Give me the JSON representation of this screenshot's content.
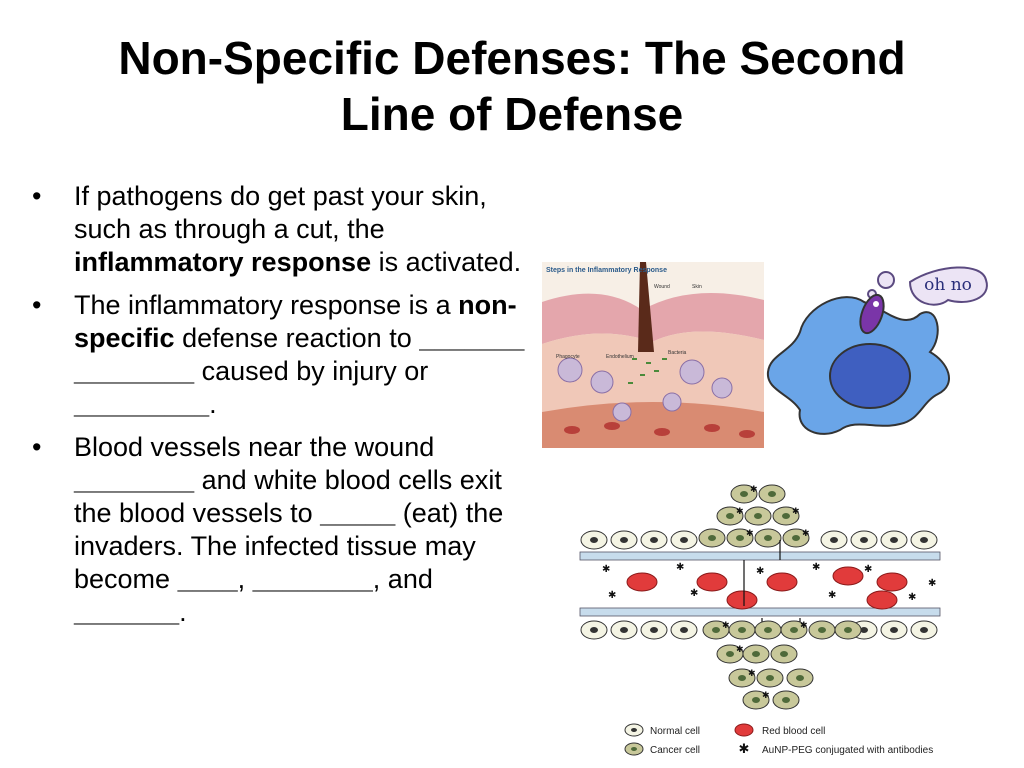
{
  "slide": {
    "title_line1": "Non-Specific Defenses:  The Second",
    "title_line2": "Line of Defense"
  },
  "bullets": [
    {
      "parts": [
        {
          "t": "If pathogens do get past your skin, such as through a cut, the "
        },
        {
          "t": "inflammatory response",
          "b": true
        },
        {
          "t": " is activated."
        }
      ]
    },
    {
      "parts": [
        {
          "t": "The inflammatory response is a "
        },
        {
          "t": "non-specific",
          "b": true
        },
        {
          "t": " defense reaction to "
        },
        {
          "t": "_______ ________",
          "b": true
        },
        {
          "t": " caused by injury or "
        },
        {
          "t": "_________",
          "b": true
        },
        {
          "t": "."
        }
      ]
    },
    {
      "parts": [
        {
          "t": "Blood vessels near the wound "
        },
        {
          "t": "________",
          "b": true
        },
        {
          "t": " and white blood cells exit the blood vessels to "
        },
        {
          "t": "_____",
          "b": true
        },
        {
          "t": " (eat) the invaders.  The infected tissue may become "
        },
        {
          "t": "____",
          "b": true
        },
        {
          "t": ", "
        },
        {
          "t": "________",
          "b": true
        },
        {
          "t": ", and "
        },
        {
          "t": "_______",
          "b": true
        },
        {
          "t": "."
        }
      ]
    }
  ],
  "cartoon": {
    "speech": "oh  no"
  },
  "inflammation_figure": {
    "heading": "Steps in the Inflammatory Response",
    "labels": [
      "Wound",
      "Skin",
      "Phagocyte",
      "Endothelium",
      "Bacteria"
    ]
  },
  "diagram": {
    "legend": [
      {
        "label": "Normal cell",
        "marker": "normal-cell"
      },
      {
        "label": "Red blood cell",
        "marker": "red-cell"
      },
      {
        "label": "Cancer cell",
        "marker": "cancer-cell"
      },
      {
        "label": "AuNP-PEG conjugated with antibodies",
        "marker": "nanoparticle"
      }
    ]
  },
  "colors": {
    "cancer_cell": "#c8c89a",
    "cancer_nucleus": "#4f6a3a",
    "red_cell": "#e13b3b",
    "vessel": "#c7dcec",
    "cartoon_body": "#6aa5e8",
    "cartoon_nucleus": "#3f5fc0",
    "bacterium": "#7a35a8",
    "speech_bubble": "#ece4f5"
  }
}
